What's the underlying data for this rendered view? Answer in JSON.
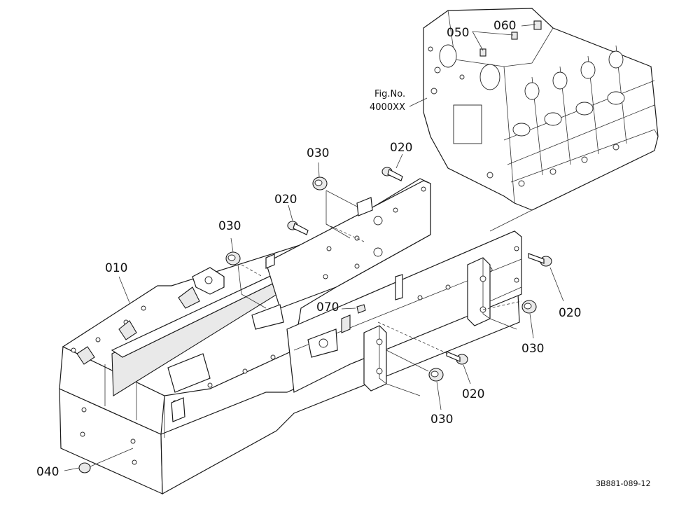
{
  "diagram": {
    "callouts": [
      {
        "id": "c010",
        "label": "010"
      },
      {
        "id": "c020a",
        "label": "020"
      },
      {
        "id": "c020b",
        "label": "020"
      },
      {
        "id": "c020c",
        "label": "020"
      },
      {
        "id": "c020d",
        "label": "020"
      },
      {
        "id": "c030a",
        "label": "030"
      },
      {
        "id": "c030b",
        "label": "030"
      },
      {
        "id": "c030c",
        "label": "030"
      },
      {
        "id": "c030d",
        "label": "030"
      },
      {
        "id": "c040",
        "label": "040"
      },
      {
        "id": "c050",
        "label": "050"
      },
      {
        "id": "c060",
        "label": "060"
      },
      {
        "id": "c070",
        "label": "070"
      }
    ],
    "fig_ref": {
      "line1": "Fig.No.",
      "line2": "4000XX"
    },
    "drawing_code": "3B881-089-12"
  }
}
